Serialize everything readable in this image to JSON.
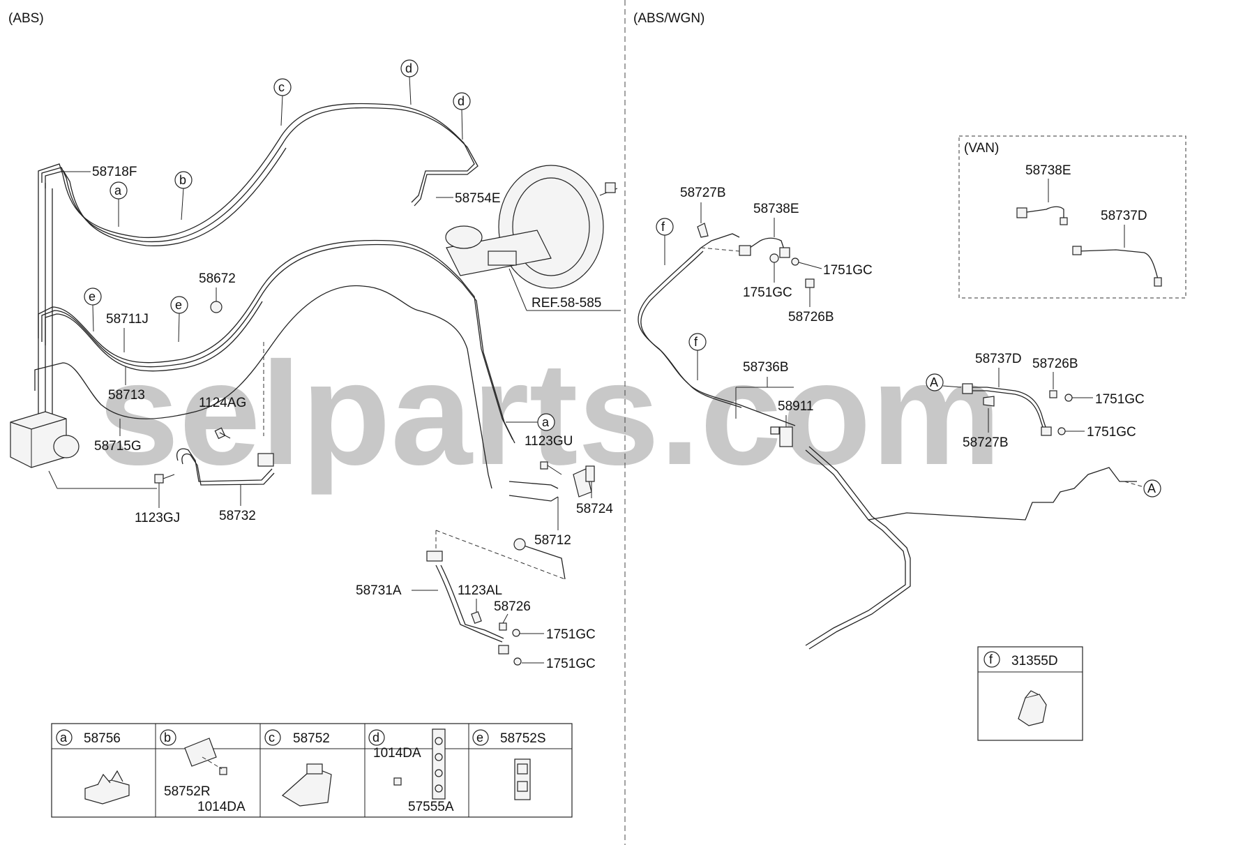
{
  "watermark": "selparts.com",
  "sections": {
    "left": "(ABS)",
    "right": "(ABS/WGN)",
    "van": "(VAN)"
  },
  "callouts": [
    "a",
    "b",
    "c",
    "d",
    "e",
    "f",
    "A"
  ],
  "left_parts": {
    "p58718F": "58718F",
    "p58754E": "58754E",
    "p58672": "58672",
    "p58711J": "58711J",
    "p58713": "58713",
    "p58715G": "58715G",
    "p1124AG": "1124AG",
    "p1123GJ": "1123GJ",
    "p58732": "58732",
    "pREF": "REF.58-585",
    "p1123GU": "1123GU",
    "p58724": "58724",
    "p58712": "58712",
    "p58731A": "58731A",
    "p1123AL": "1123AL",
    "p58726": "58726",
    "p1751GC_1": "1751GC",
    "p1751GC_2": "1751GC"
  },
  "right_parts": {
    "p58727B_1": "58727B",
    "p58738E_1": "58738E",
    "p1751GC_3": "1751GC",
    "p1751GC_4": "1751GC",
    "p58726B_1": "58726B",
    "p58736B": "58736B",
    "p58911": "58911",
    "p58737D_1": "58737D",
    "p58726B_2": "58726B",
    "p1751GC_5": "1751GC",
    "p1751GC_6": "1751GC",
    "p58727B_2": "58727B",
    "p58738E_2": "58738E",
    "p58737D_2": "58737D"
  },
  "legend": {
    "a": {
      "letter": "a",
      "part": "58756"
    },
    "b": {
      "letter": "b",
      "parts": [
        "58752R",
        "1014DA"
      ]
    },
    "c": {
      "letter": "c",
      "part": "58752"
    },
    "d": {
      "letter": "d",
      "parts": [
        "1014DA",
        "57555A"
      ]
    },
    "e": {
      "letter": "e",
      "part": "58752S"
    },
    "f": {
      "letter": "f",
      "part": "31355D"
    }
  }
}
